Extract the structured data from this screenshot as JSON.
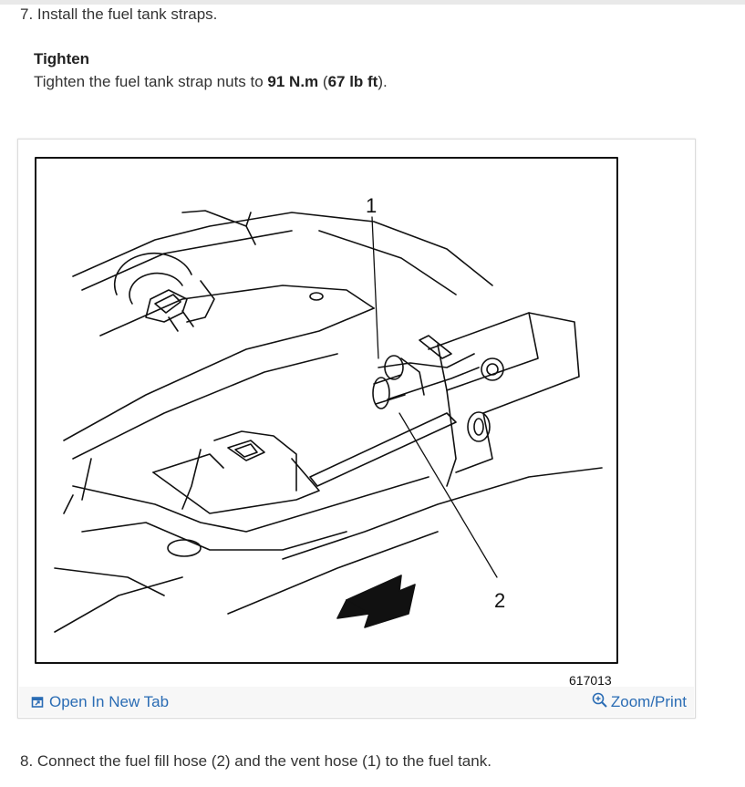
{
  "steps": {
    "step7": "7. Install the fuel tank straps.",
    "step8": "8. Connect the fuel fill hose (2) and the vent hose (1) to the fuel tank."
  },
  "tighten": {
    "heading": "Tighten",
    "prefix": "Tighten the fuel tank strap nuts to ",
    "torque_metric": "91 N.m",
    "open_paren": " (",
    "torque_imperial": "67 lb ft",
    "close": ")."
  },
  "figure": {
    "callout_1": "1",
    "callout_2": "2",
    "figure_id": "617013",
    "open_new_tab_label": "Open In New Tab",
    "zoom_print_label": "Zoom/Print",
    "open_icon": "external-window-icon",
    "zoom_icon": "magnifier-plus-icon"
  },
  "colors": {
    "link": "#2a6cb4",
    "text": "#333333"
  }
}
